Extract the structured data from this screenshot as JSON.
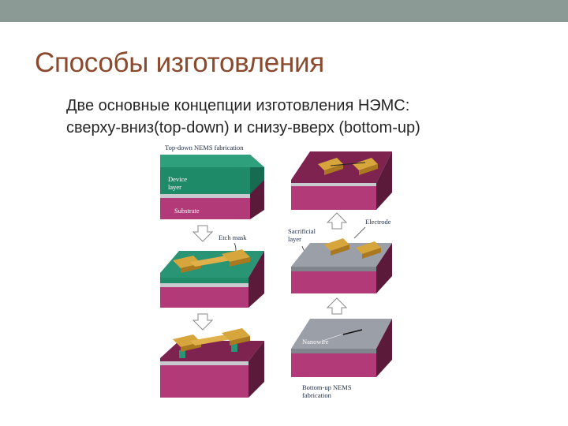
{
  "slide": {
    "title": "Способы изготовления",
    "body_line1": "Две основные концепции изготовления НЭМС:",
    "body_line2": "сверху-вниз(top-down)  и   снизу-вверх (bottom-up)"
  },
  "figure": {
    "topdown_title": "Top-down NEMS fabrication",
    "device_layer_1": "Device",
    "device_layer_2": "layer",
    "substrate": "Substrate",
    "etch_mask": "Etch mask",
    "electrode": "Electrode",
    "sacrificial_1": "Sacrificial",
    "sacrificial_2": "layer",
    "nanowire": "Nanowire",
    "bottomup_title_1": "Bottom-up NEMS",
    "bottomup_title_2": "fabrication"
  },
  "colors": {
    "title": "#8a4a2d",
    "topbar": "#8c9a96",
    "substrate_top": "#7e2250",
    "substrate_front": "#b23a78",
    "device_green": "#2d9a77",
    "gold": "#d4a23a",
    "sacrificial_gray": "#9a9fa8"
  }
}
